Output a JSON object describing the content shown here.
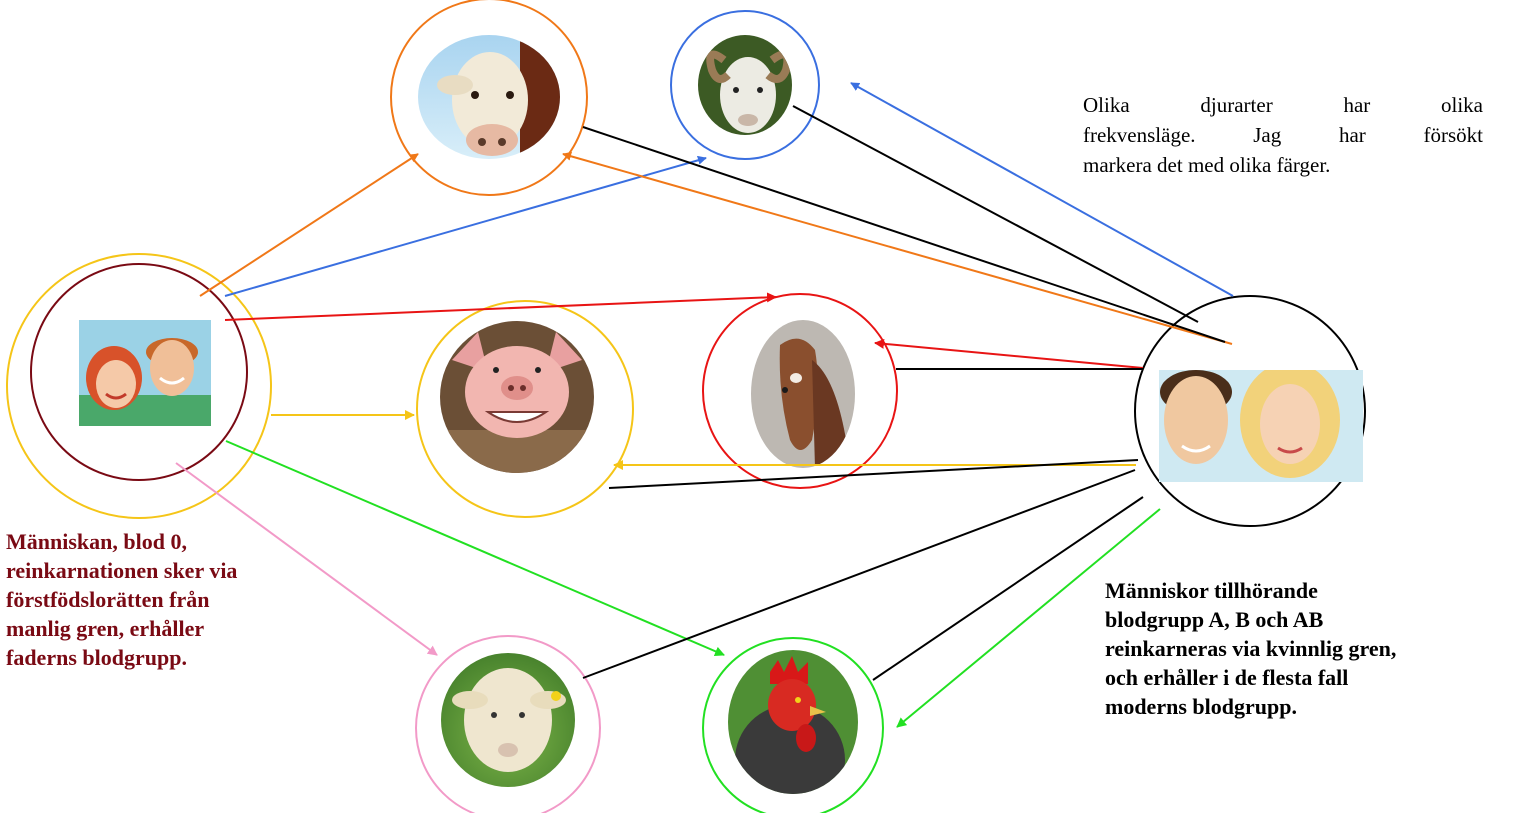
{
  "note": {
    "lines": [
      "Olika djurarter har olika",
      "frekvensläge. Jag har försökt",
      "markera det med olika färger."
    ]
  },
  "left_label": {
    "lines": [
      "Människan, blod 0,",
      "reinkarnationen sker via",
      "förstfödslorätten från",
      "manlig gren, erhåller",
      "faderns blodgrupp."
    ]
  },
  "right_label": {
    "lines": [
      "Människor tillhörande",
      "blodgrupp A, B och AB",
      "reinkarneras via kvinnlig gren,",
      "och erhåller i de flesta fall",
      "moderns blodgrupp."
    ]
  },
  "colors": {
    "orange": "#f07818",
    "blue": "#3a6fe0",
    "red": "#e81414",
    "yellow": "#f5c518",
    "green": "#22e022",
    "pink": "#f29ac8",
    "maroon": "#7a0a14",
    "black": "#000000"
  },
  "nodes": [
    {
      "name": "node-cow",
      "picture": "cow",
      "ring": "orange"
    },
    {
      "name": "node-ram",
      "picture": "ram",
      "ring": "blue"
    },
    {
      "name": "node-pig",
      "picture": "pig",
      "ring": "yellow"
    },
    {
      "name": "node-horse",
      "picture": "foal",
      "ring": "red"
    },
    {
      "name": "node-sheep",
      "picture": "sheep",
      "ring": "pink"
    },
    {
      "name": "node-rooster",
      "picture": "rooster",
      "ring": "green"
    },
    {
      "name": "node-human-father",
      "picture": "couple",
      "ring": "maroon and yellow"
    },
    {
      "name": "node-human-mother",
      "picture": "couple",
      "ring": "black"
    }
  ]
}
